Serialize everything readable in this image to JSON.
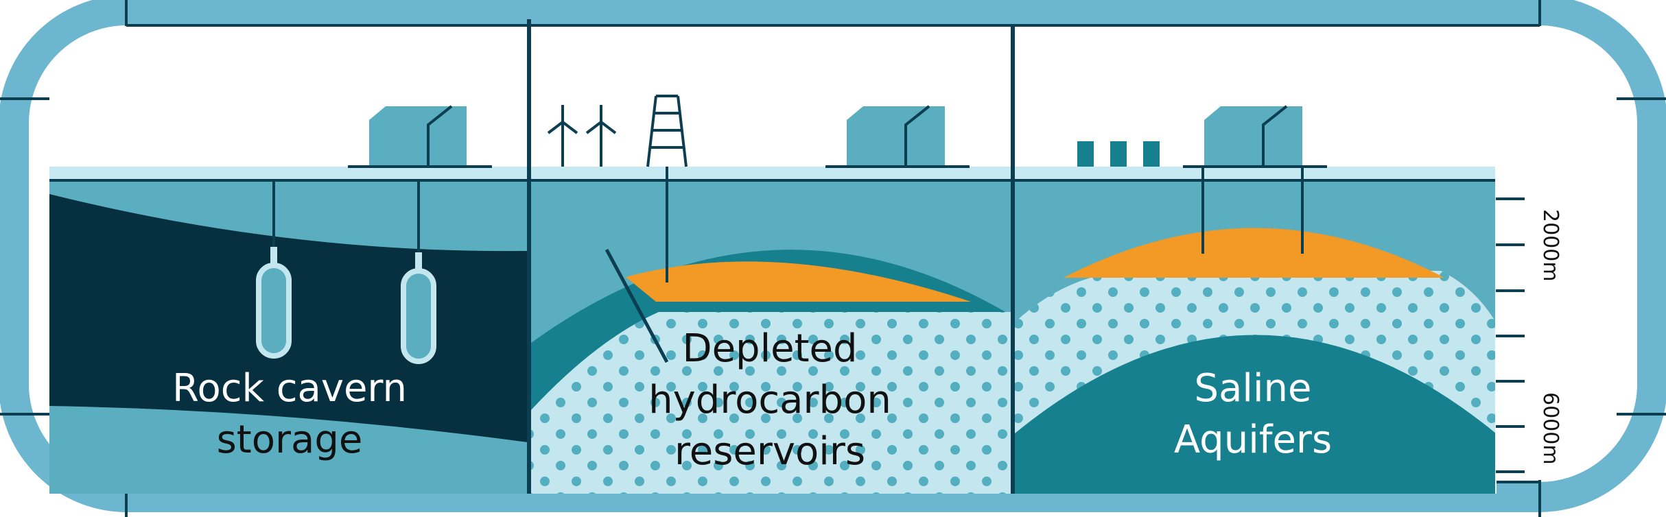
{
  "panels": {
    "rock": {
      "line1": "Rock cavern",
      "line2": "storage"
    },
    "depleted": {
      "line1": "Depleted",
      "line2": "hydrocarbon",
      "line3": "reservoirs"
    },
    "saline": {
      "line1": "Saline",
      "line2": "Aquifers"
    }
  },
  "depth_scale": {
    "label_top": "2000m",
    "label_bottom": "6000m"
  },
  "colors": {
    "pipe": "#6db6cf",
    "ground": "#5aaebf",
    "dark_rock": "#062f3f",
    "teal_layer": "#16808f",
    "gas": "#f39a26",
    "porous": "#c4e7ef",
    "dots": "#53aec0",
    "line": "#0c3e52",
    "surface": "#c7e9f1"
  },
  "icons": [
    "house-icon",
    "wind-turbine-icon",
    "drilling-rig-icon",
    "container-icon"
  ]
}
